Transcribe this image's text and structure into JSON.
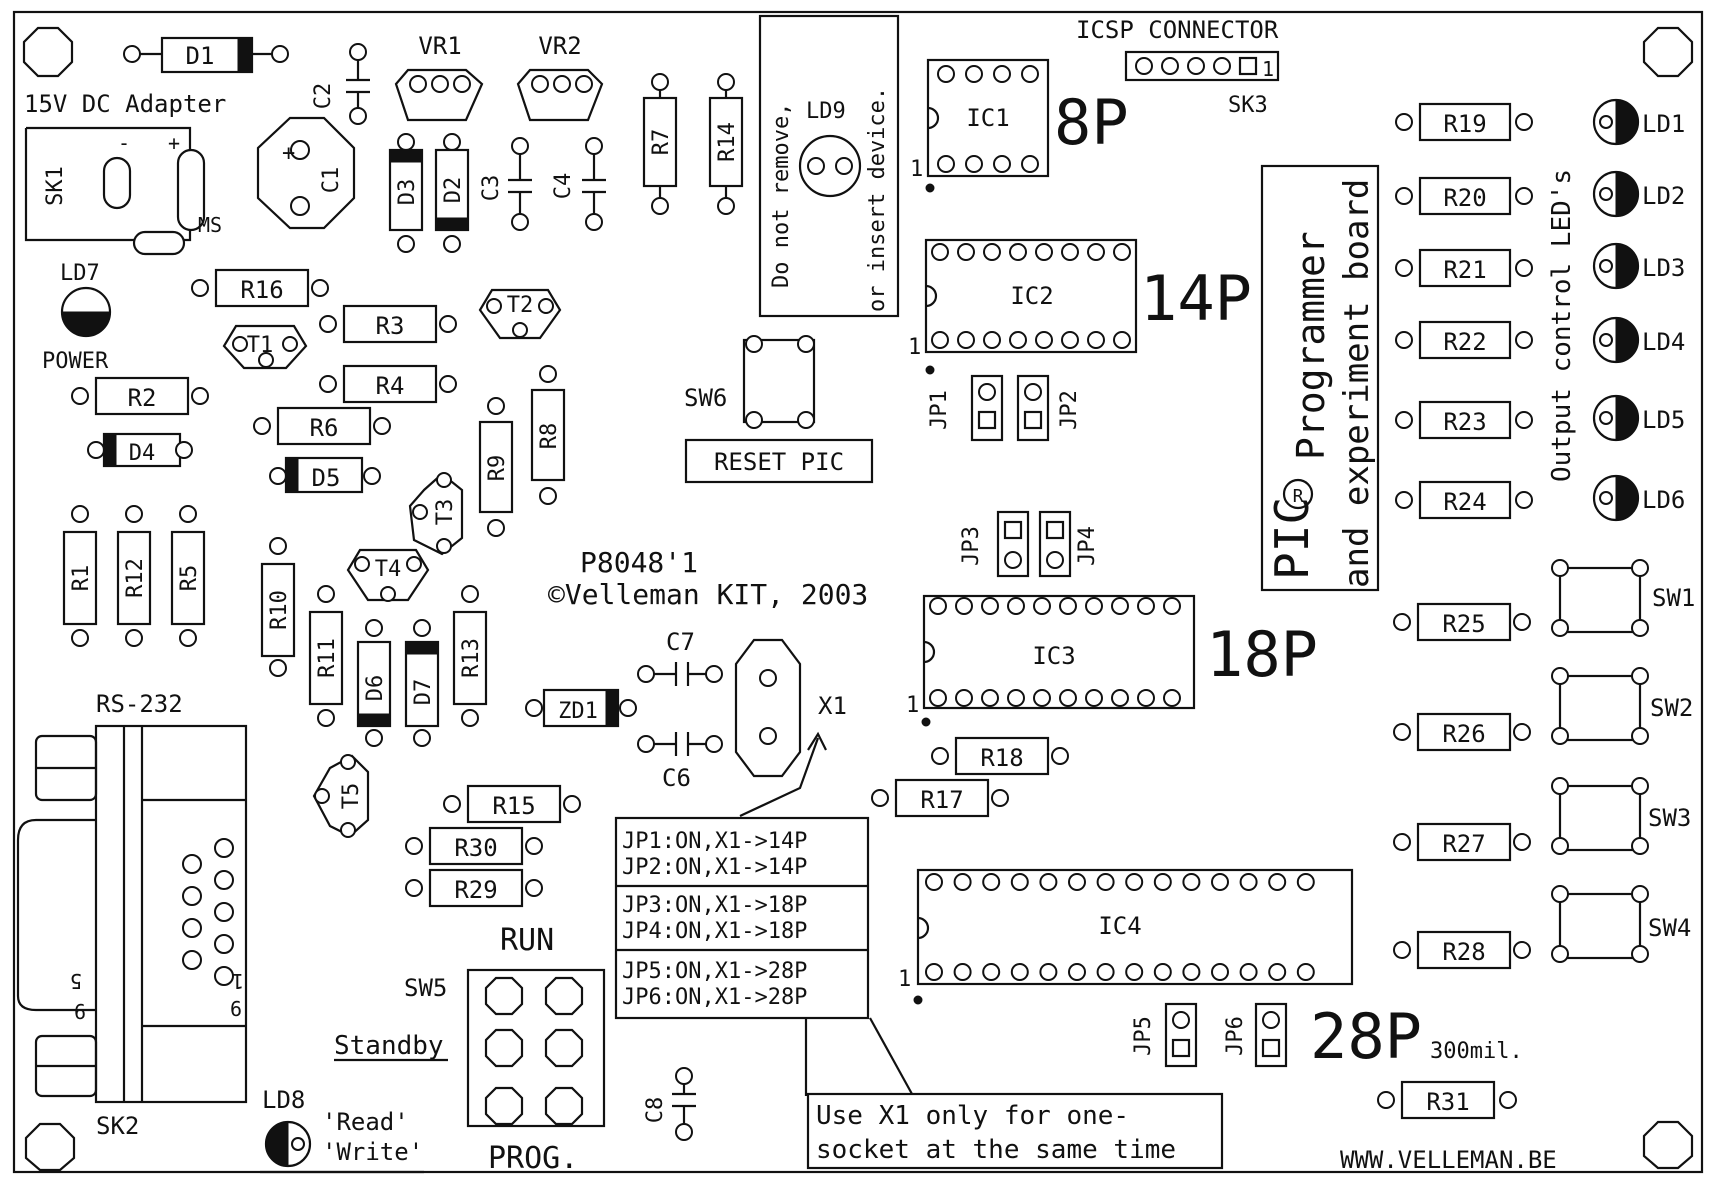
{
  "board": {
    "code": "P8048'1",
    "copyright": "©Velleman KIT, 2003",
    "website": "WWW.VELLEMAN.BE",
    "title_pic": "PIC",
    "title_line1": "Programmer",
    "title_line2": "and experiment board",
    "registered": "R"
  },
  "power": {
    "adapter_label": "15V DC Adapter",
    "sk1": "SK1",
    "minus": "-",
    "plus": "+",
    "ms": "MS",
    "ld7": "LD7",
    "power_label": "POWER"
  },
  "icsp": {
    "label": "ICSP CONNECTOR",
    "sk3": "SK3",
    "pin1": "1"
  },
  "warning_ld9": {
    "ld9": "LD9",
    "line1": "Do not remove,",
    "line2": "or insert device."
  },
  "reset": {
    "sw6": "SW6",
    "label": "RESET PIC"
  },
  "sockets": [
    {
      "name": "IC1",
      "size": "8P",
      "pin1": "1"
    },
    {
      "name": "IC2",
      "size": "14P",
      "pin1": "1"
    },
    {
      "name": "IC3",
      "size": "18P",
      "pin1": "1"
    },
    {
      "name": "IC4",
      "size": "28P",
      "pin1": "1",
      "sub": "300mil."
    }
  ],
  "jumpers": [
    "JP1",
    "JP2",
    "JP3",
    "JP4",
    "JP5",
    "JP6"
  ],
  "jumper_table": [
    "JP1:ON,X1->14P",
    "JP2:ON,X1->14P",
    "JP3:ON,X1->18P",
    "JP4:ON,X1->18P",
    "JP5:ON,X1->28P",
    "JP6:ON,X1->28P"
  ],
  "x1_note": {
    "line1": "Use X1 only for one-",
    "line2": "socket at the same time",
    "x1": "X1"
  },
  "output_leds": {
    "label": "Output control LED's",
    "leds": [
      "LD1",
      "LD2",
      "LD3",
      "LD4",
      "LD5",
      "LD6"
    ],
    "resistors": [
      "R19",
      "R20",
      "R21",
      "R22",
      "R23",
      "R24"
    ]
  },
  "switches": {
    "sw": [
      "SW1",
      "SW2",
      "SW3",
      "SW4"
    ],
    "resistors": [
      "R25",
      "R26",
      "R27",
      "R28"
    ]
  },
  "mode_switch": {
    "sw5": "SW5",
    "run": "RUN",
    "standby": "Standby",
    "prog": "PROG."
  },
  "rs232": {
    "label": "RS-232",
    "sk2": "SK2",
    "pin5": "5",
    "pin9": "9",
    "pin1": "1",
    "pin6": "6"
  },
  "ld8": {
    "name": "LD8",
    "read": "'Read'",
    "write": "'Write'"
  },
  "components": {
    "D1": "D1",
    "VR1": "VR1",
    "VR2": "VR2",
    "C1": "C1",
    "C2": "C2",
    "C3": "C3",
    "C4": "C4",
    "C6": "C6",
    "C7": "C7",
    "C8": "C8",
    "D2": "D2",
    "D3": "D3",
    "D4": "D4",
    "D5": "D5",
    "D6": "D6",
    "D7": "D7",
    "ZD1": "ZD1",
    "T1": "T1",
    "T2": "T2",
    "T3": "T3",
    "T4": "T4",
    "T5": "T5",
    "R1": "R1",
    "R2": "R2",
    "R3": "R3",
    "R4": "R4",
    "R5": "R5",
    "R6": "R6",
    "R7": "R7",
    "R8": "R8",
    "R9": "R9",
    "R10": "R10",
    "R11": "R11",
    "R12": "R12",
    "R13": "R13",
    "R14": "R14",
    "R15": "R15",
    "R16": "R16",
    "R17": "R17",
    "R18": "R18",
    "R29": "R29",
    "R30": "R30",
    "R31": "R31"
  }
}
